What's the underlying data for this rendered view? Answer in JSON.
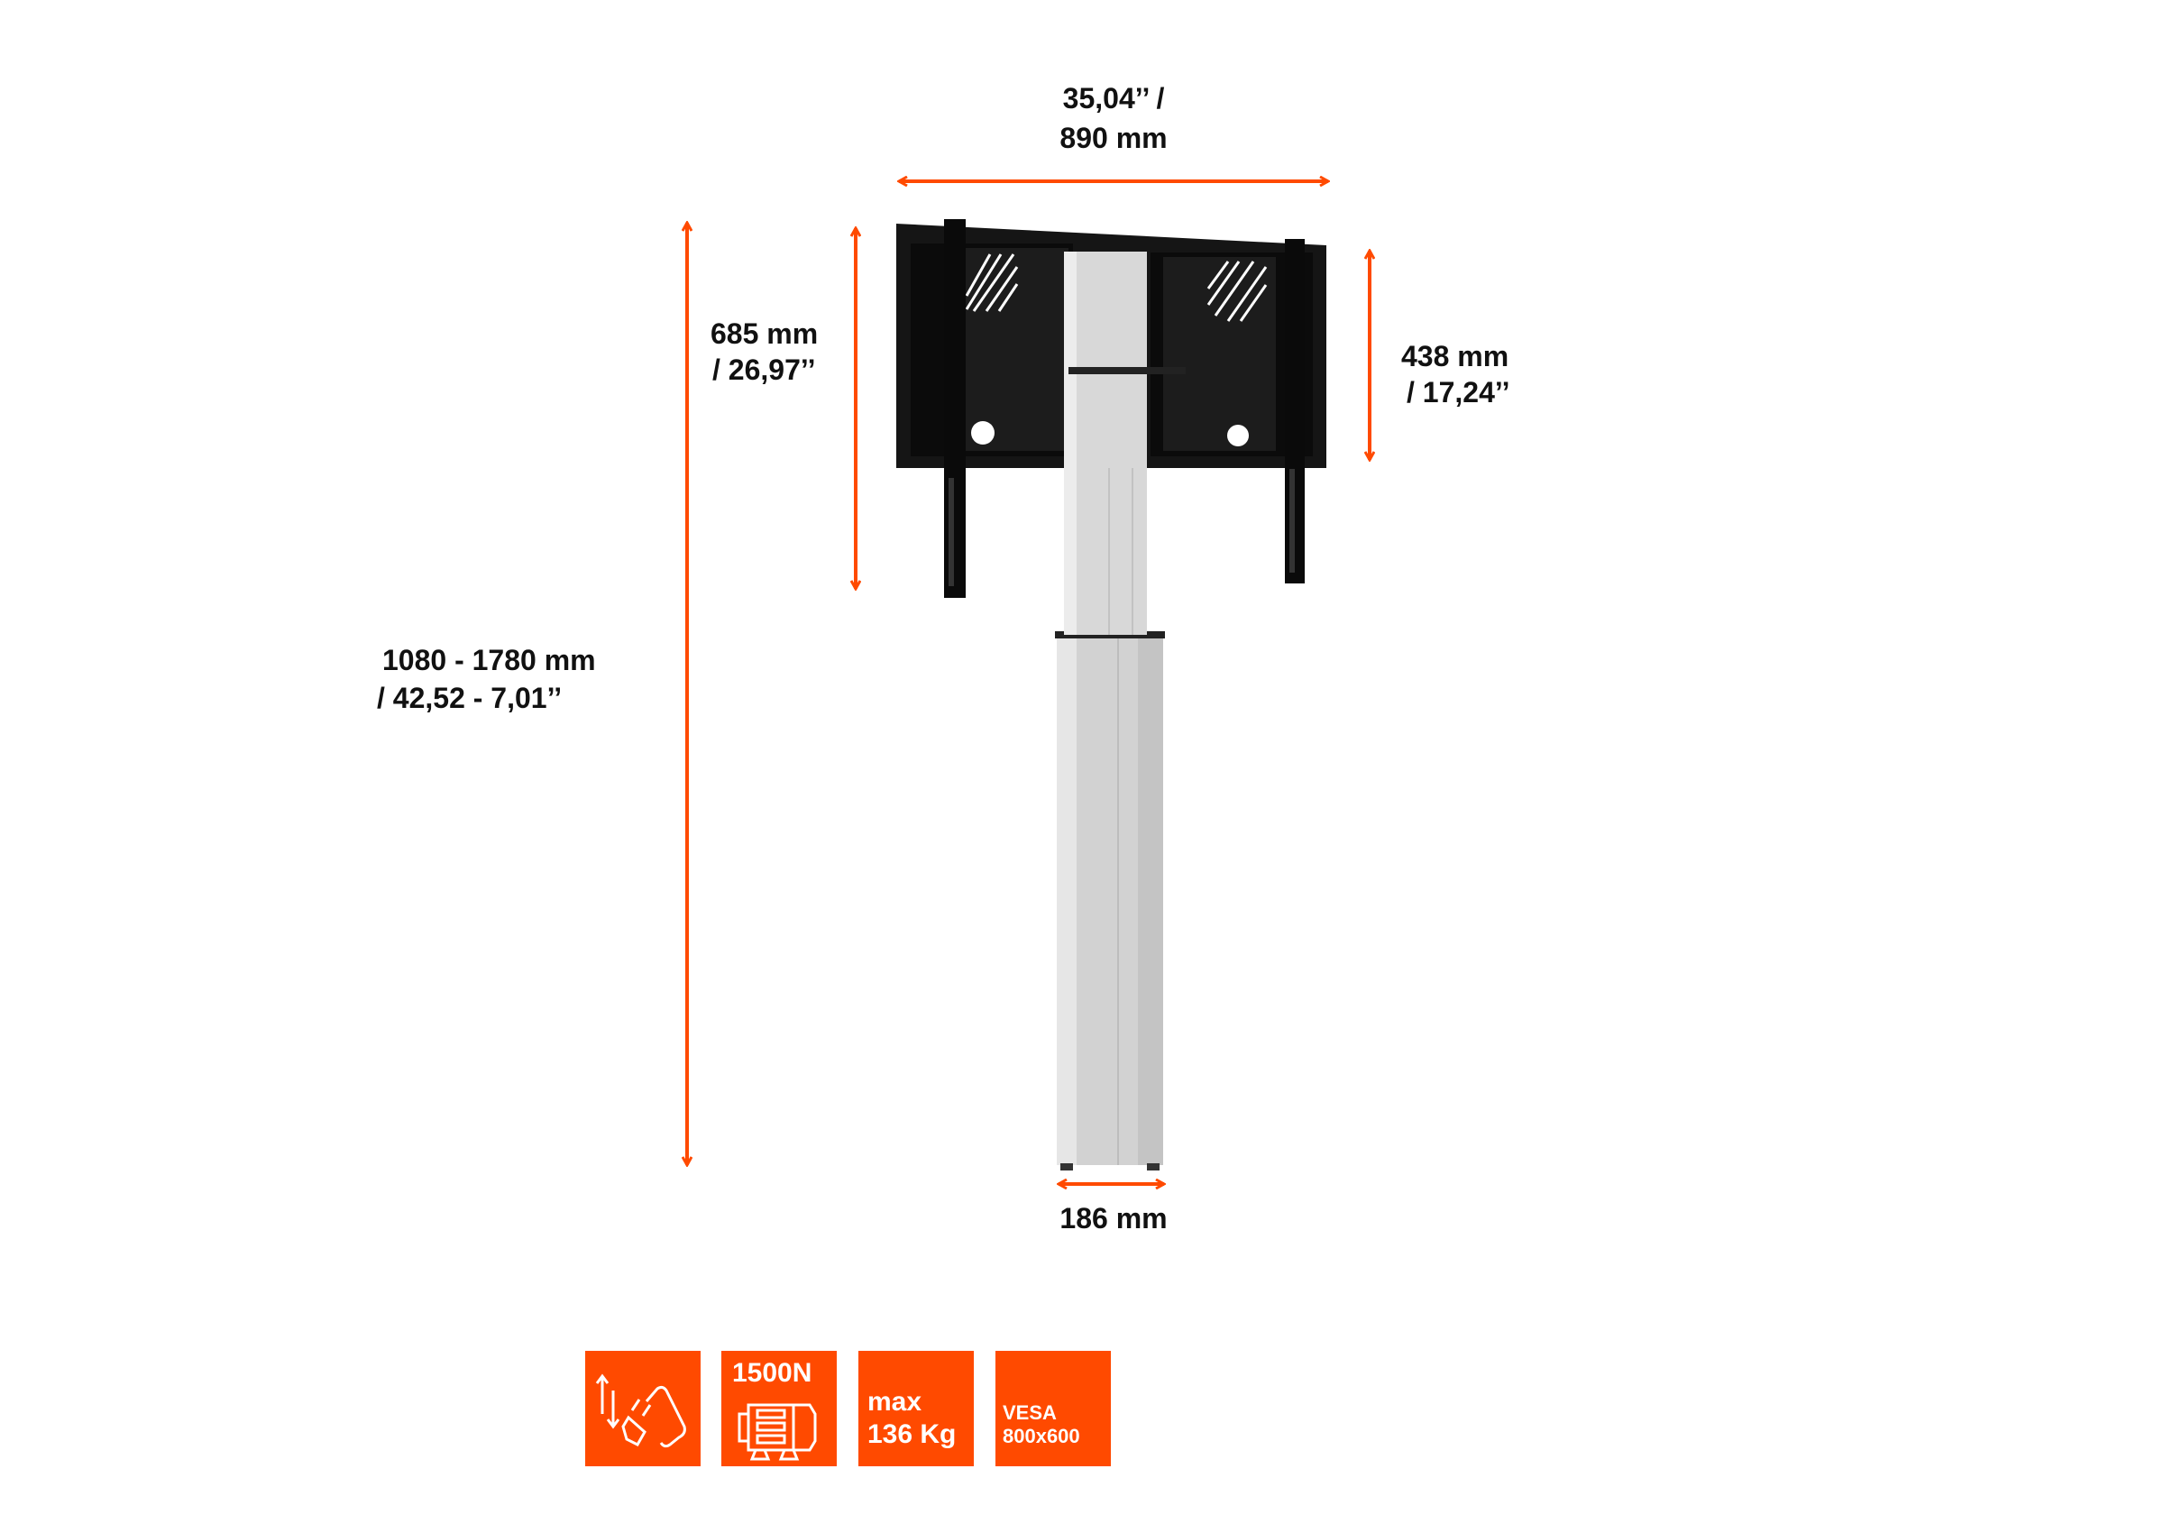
{
  "colors": {
    "accent": "#ff4a00",
    "frame": "#141414",
    "column": "#d4d4d4"
  },
  "dimensions": {
    "width_line1": "35,04’’ /",
    "width_line2": "890 mm",
    "height_range_line1": "1080 - 1780 mm",
    "height_range_line2": "/ 42,52 - 7,01’’",
    "bracket_height_line1": "685 mm",
    "bracket_height_line2": "/ 26,97’’",
    "frame_height_line1": "438 mm",
    "frame_height_line2": "/ 17,24’’",
    "column_width": "186 mm"
  },
  "badges": [
    {
      "icon": "electric-lift-plug-icon"
    },
    {
      "label": "1500N",
      "icon": "motor-icon"
    },
    {
      "line1": "max",
      "line2": "136 Kg"
    },
    {
      "line1": "VESA",
      "line2": "800x600"
    }
  ]
}
